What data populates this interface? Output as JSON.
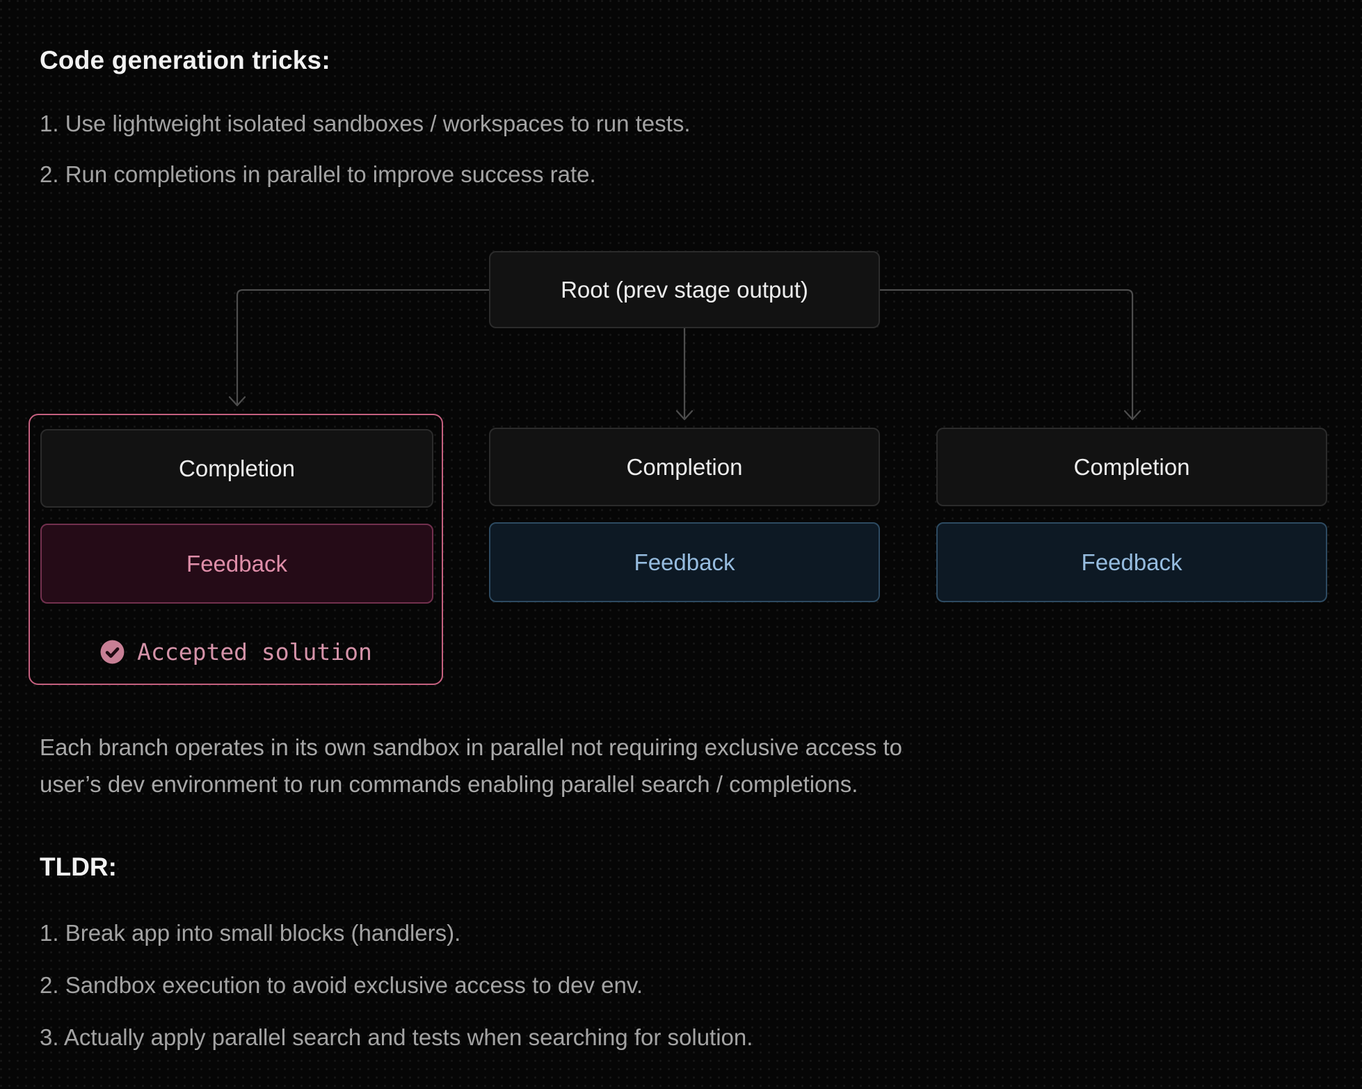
{
  "page": {
    "title": "Code generation tricks:",
    "intro_items": [
      "1. Use lightweight isolated sandboxes / workspaces to run tests.",
      "2. Run completions in parallel to improve success rate."
    ]
  },
  "diagram": {
    "root_label": "Root (prev stage output)",
    "branches": [
      {
        "completion_label": "Completion",
        "feedback_label": "Feedback",
        "accepted_label": "Accepted solution",
        "highlighted": true,
        "theme": "pink"
      },
      {
        "completion_label": "Completion",
        "feedback_label": "Feedback",
        "highlighted": false,
        "theme": "blue"
      },
      {
        "completion_label": "Completion",
        "feedback_label": "Feedback",
        "highlighted": false,
        "theme": "blue"
      }
    ],
    "icons": [
      {
        "name": "check-circle-icon",
        "meaning": "accepted / verified solution"
      },
      {
        "name": "arrow-down-icon",
        "meaning": "flow from root to each completion branch"
      }
    ],
    "colors": {
      "background": "#060606",
      "node_background": "#121212",
      "node_border": "#2b2b2b",
      "node_text": "#ededed",
      "highlight_border_pink": "#c4607f",
      "feedback_pink_bg": "#250b17",
      "feedback_pink_border": "#72304e",
      "feedback_pink_text": "#df8ea9",
      "feedback_blue_bg": "#0d1924",
      "feedback_blue_border": "#2d4a61",
      "feedback_blue_text": "#96bcdf",
      "accepted_text": "#d593a9",
      "connector_line": "#4d4d4d"
    }
  },
  "paragraph": {
    "lines": [
      "Each branch operates in its own sandbox in parallel not requiring exclusive access to",
      "user’s dev environment to run commands enabling parallel search / completions."
    ]
  },
  "tldr": {
    "title": "TLDR:",
    "items": [
      "1. Break app into small blocks (handlers).",
      "2. Sandbox execution to avoid exclusive access to dev env.",
      "3. Actually apply parallel search and tests when searching for solution."
    ]
  }
}
